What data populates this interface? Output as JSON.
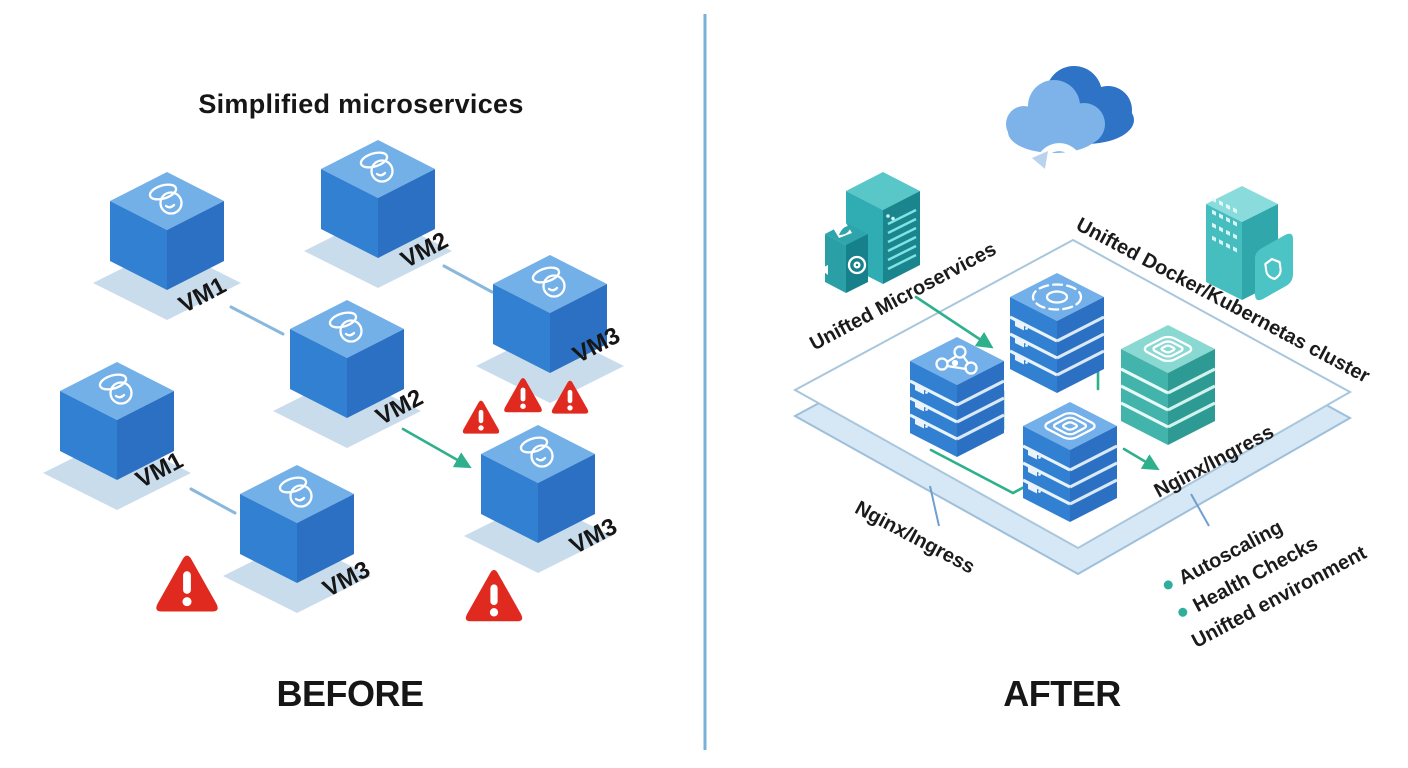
{
  "divider": {
    "color": "#79b1d9"
  },
  "before": {
    "title": "Simplified microservices",
    "caption": "BEFORE",
    "nodes": [
      {
        "label": "VM1"
      },
      {
        "label": "VM2"
      },
      {
        "label": "VM3"
      },
      {
        "label": "VM2"
      },
      {
        "label": "VM1"
      },
      {
        "label": "VM3"
      },
      {
        "label": "VM3"
      }
    ],
    "warning_count": 5
  },
  "after": {
    "caption": "AFTER",
    "labels": {
      "microservices": "Unifted Microservices",
      "cluster": "Unifted Docker/Kubernetas cluster",
      "ingress_left": "Nginx/Ingress",
      "ingress_right": "Nginx/Ingress"
    },
    "features": [
      {
        "text": "Autoscaling",
        "bullet": true
      },
      {
        "text": "Health Checks",
        "bullet": true
      },
      {
        "text": "Unifted environment",
        "bullet": false
      }
    ]
  },
  "icons": {
    "vm": "user-cap-icon",
    "warning": "alert-triangle-icon",
    "cloud": "cloud-sync-icon",
    "registry": "server-shield-box-icon",
    "cluster_node": "datacenter-shield-icon",
    "pod": "pod-gear-icon",
    "network": "service-mesh-icon",
    "chip": "cpu-chip-icon",
    "stack": "layered-stack-icon"
  },
  "colors": {
    "cube_top": "#74b0e8",
    "cube_left": "#3180d2",
    "cube_right": "#2b70c2",
    "platform_shadow": "#c9dcec",
    "warning_red": "#e02a1f",
    "link_blue": "#8ab8dc",
    "flow_teal": "#2fb08d",
    "teal_main": "#35b3b6",
    "teal_dark": "#1a858d",
    "teal_light": "#8adcdc",
    "cloud_front": "#7db3e9",
    "cloud_back": "#2e73c6",
    "panel_platform_border": "#a8c6dc",
    "panel_band_fill": "#d6e7f5",
    "text": "#161616"
  }
}
